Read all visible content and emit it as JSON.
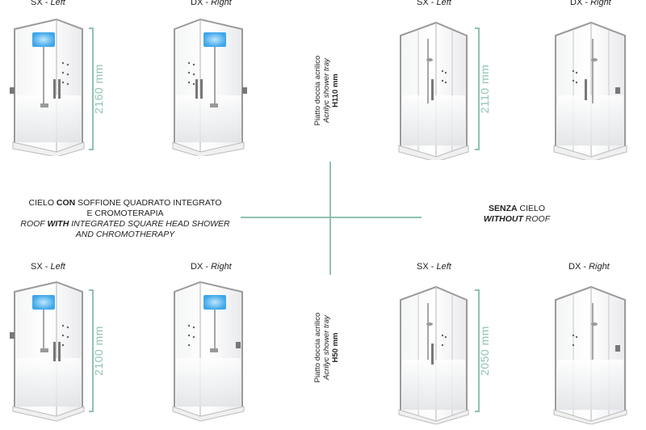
{
  "captions": {
    "top_left_sx": {
      "a": "SX - ",
      "b": "Left"
    },
    "top_left_dx": {
      "a": "DX - ",
      "b": "Right"
    },
    "top_right_sx": {
      "a": "SX - ",
      "b": "Left"
    },
    "top_right_dx": {
      "a": "DX - ",
      "b": "Right"
    },
    "bot_left_sx": {
      "a": "SX - ",
      "b": "Left"
    },
    "bot_left_dx": {
      "a": "DX - ",
      "b": "Right"
    },
    "bot_right_sx": {
      "a": "SX - ",
      "b": "Left"
    },
    "bot_right_dx": {
      "a": "DX - ",
      "b": "Right"
    }
  },
  "dimensions": {
    "top_left": "2160 mm",
    "top_right": "2110 mm",
    "bottom_left": "2100 mm",
    "bottom_right": "2050 mm"
  },
  "tray_top": {
    "line1": "Piatto doccia acrilico",
    "line2": "Acrilyc shower tray",
    "line3": "H110 mm"
  },
  "tray_bottom": {
    "line1": "Piatto doccia acrilico",
    "line2": "Acrilyc shower tray",
    "line3": "H50 mm"
  },
  "left_label": {
    "l1a": "CIELO ",
    "l1b": "CON",
    "l1c": " SOFFIONE QUADRATO INTEGRATO",
    "l2": "E CROMOTERAPIA",
    "l3a": "ROOF ",
    "l3b": "WITH",
    "l3c": " INTEGRATED SQUARE HEAD SHOWER",
    "l4": "AND CHROMOTHERAPY"
  },
  "right_label": {
    "l1a": "SENZA",
    "l1b": " CIELO",
    "l2a": "WITHOUT",
    "l2b": " ROOF"
  },
  "colors": {
    "accent": "#8fc2b2",
    "chromo_light": "#3fa7e8",
    "frame": "#9a9a9a"
  }
}
